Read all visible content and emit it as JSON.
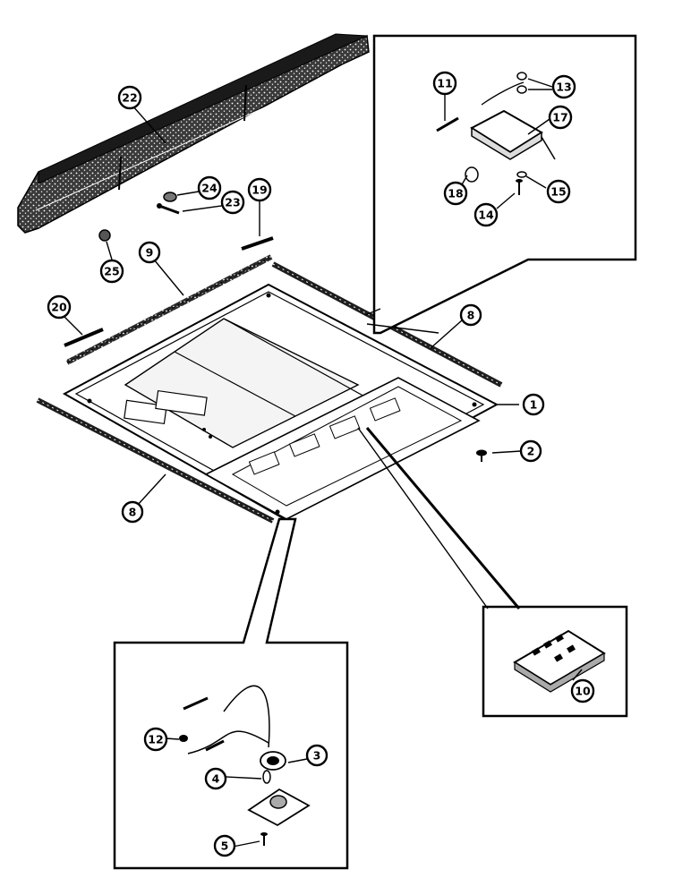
{
  "callouts": {
    "c1": "1",
    "c2": "2",
    "c3": "3",
    "c4": "4",
    "c5": "5",
    "c8a": "8",
    "c8b": "8",
    "c9": "9",
    "c10": "10",
    "c11": "11",
    "c12": "12",
    "c13": "13",
    "c14": "14",
    "c15": "15",
    "c17": "17",
    "c18": "18",
    "c19": "19",
    "c20": "20",
    "c22": "22",
    "c23": "23",
    "c24": "24",
    "c25": "25"
  }
}
